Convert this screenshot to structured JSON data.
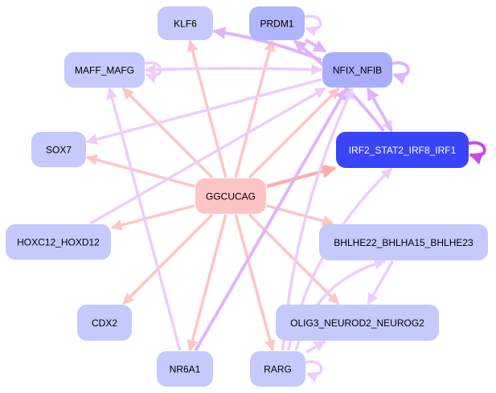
{
  "title": "GGCUCAG regulatory network",
  "colors": {
    "motif_node": "#ffc4c4",
    "tf_node_light": "#c5c9fc",
    "tf_node_mid": "#b0b6fb",
    "tf_node_dark": "#a9aefb",
    "tf_node_highlight": "#3a44fb",
    "motif_edge": "#ffc4c4",
    "motif_edge_strong": "#ffadad",
    "tf_edge": "#eccdfc",
    "tf_edge_mid": "#e0b4fb",
    "tf_edge_strong": "#c84ae8",
    "label_dark": "#000000",
    "label_light": "#ffffff"
  },
  "nodes": [
    {
      "id": "KLF6",
      "label": "KLF6",
      "kind": "tf",
      "shade": "light"
    },
    {
      "id": "PRDM1",
      "label": "PRDM1",
      "kind": "tf",
      "shade": "mid"
    },
    {
      "id": "MAFF_MAFG",
      "label": "MAFF_MAFG",
      "kind": "tf",
      "shade": "light"
    },
    {
      "id": "NFIX_NFIB",
      "label": "NFIX_NFIB",
      "kind": "tf",
      "shade": "dark"
    },
    {
      "id": "SOX7",
      "label": "SOX7",
      "kind": "tf",
      "shade": "light"
    },
    {
      "id": "IRF2_STAT2_IRF8_IRF1",
      "label": "IRF2_STAT2_IRF8_IRF1",
      "kind": "tf",
      "shade": "highlight"
    },
    {
      "id": "GGCUCAG",
      "label": "GGCUCAG",
      "kind": "motif",
      "shade": "motif"
    },
    {
      "id": "HOXC12_HOXD12",
      "label": "HOXC12_HOXD12",
      "kind": "tf",
      "shade": "light"
    },
    {
      "id": "BHLHE22_BHLHA15_BHLHE23",
      "label": "BHLHE22_BHLHA15_BHLHE23",
      "kind": "tf",
      "shade": "light"
    },
    {
      "id": "CDX2",
      "label": "CDX2",
      "kind": "tf",
      "shade": "light"
    },
    {
      "id": "OLIG3_NEUROD2_NEUROG2",
      "label": "OLIG3_NEUROD2_NEUROG2",
      "kind": "tf",
      "shade": "light"
    },
    {
      "id": "NR6A1",
      "label": "NR6A1",
      "kind": "tf",
      "shade": "light"
    },
    {
      "id": "RARG",
      "label": "RARG",
      "kind": "tf",
      "shade": "light"
    }
  ],
  "edges": [
    {
      "from": "GGCUCAG",
      "to": "KLF6",
      "type": "motif"
    },
    {
      "from": "GGCUCAG",
      "to": "PRDM1",
      "type": "motif"
    },
    {
      "from": "GGCUCAG",
      "to": "MAFF_MAFG",
      "type": "motif"
    },
    {
      "from": "GGCUCAG",
      "to": "NFIX_NFIB",
      "type": "motif"
    },
    {
      "from": "GGCUCAG",
      "to": "SOX7",
      "type": "motif"
    },
    {
      "from": "GGCUCAG",
      "to": "IRF2_STAT2_IRF8_IRF1",
      "type": "motif-strong"
    },
    {
      "from": "GGCUCAG",
      "to": "HOXC12_HOXD12",
      "type": "motif"
    },
    {
      "from": "GGCUCAG",
      "to": "BHLHE22_BHLHA15_BHLHE23",
      "type": "motif"
    },
    {
      "from": "GGCUCAG",
      "to": "CDX2",
      "type": "motif"
    },
    {
      "from": "GGCUCAG",
      "to": "OLIG3_NEUROD2_NEUROG2",
      "type": "motif"
    },
    {
      "from": "GGCUCAG",
      "to": "NR6A1",
      "type": "motif"
    },
    {
      "from": "GGCUCAG",
      "to": "RARG",
      "type": "motif"
    },
    {
      "from": "NFIX_NFIB",
      "to": "KLF6",
      "type": "tf-mid"
    },
    {
      "from": "PRDM1",
      "to": "NFIX_NFIB",
      "type": "tf-mid"
    },
    {
      "from": "MAFF_MAFG",
      "to": "NFIX_NFIB",
      "type": "tf"
    },
    {
      "from": "NFIX_NFIB",
      "to": "MAFF_MAFG",
      "type": "tf"
    },
    {
      "from": "NFIX_NFIB",
      "to": "SOX7",
      "type": "tf"
    },
    {
      "from": "NFIX_NFIB",
      "to": "IRF2_STAT2_IRF8_IRF1",
      "type": "tf"
    },
    {
      "from": "IRF2_STAT2_IRF8_IRF1",
      "to": "NFIX_NFIB",
      "type": "tf-mid"
    },
    {
      "from": "IRF2_STAT2_IRF8_IRF1",
      "to": "PRDM1",
      "type": "tf-mid"
    },
    {
      "from": "HOXC12_HOXD12",
      "to": "NFIX_NFIB",
      "type": "tf"
    },
    {
      "from": "NR6A1",
      "to": "MAFF_MAFG",
      "type": "tf"
    },
    {
      "from": "NR6A1",
      "to": "NFIX_NFIB",
      "type": "tf-mid"
    },
    {
      "from": "RARG",
      "to": "NFIX_NFIB",
      "type": "tf"
    },
    {
      "from": "RARG",
      "to": "IRF2_STAT2_IRF8_IRF1",
      "type": "tf"
    },
    {
      "from": "RARG",
      "to": "BHLHE22_BHLHA15_BHLHE23",
      "type": "tf"
    },
    {
      "from": "RARG",
      "to": "OLIG3_NEUROD2_NEUROG2",
      "type": "tf"
    },
    {
      "from": "BHLHE22_BHLHA15_BHLHE23",
      "to": "OLIG3_NEUROD2_NEUROG2",
      "type": "tf"
    },
    {
      "from": "PRDM1",
      "to": "PRDM1",
      "type": "tf-self"
    },
    {
      "from": "MAFF_MAFG",
      "to": "MAFF_MAFG",
      "type": "tf-self"
    },
    {
      "from": "NFIX_NFIB",
      "to": "NFIX_NFIB",
      "type": "tf-self-mid"
    },
    {
      "from": "IRF2_STAT2_IRF8_IRF1",
      "to": "IRF2_STAT2_IRF8_IRF1",
      "type": "tf-self-strong"
    },
    {
      "from": "RARG",
      "to": "RARG",
      "type": "tf-self"
    }
  ]
}
